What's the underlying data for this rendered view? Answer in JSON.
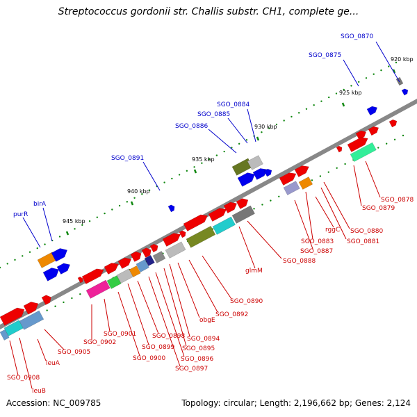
{
  "title": "Streptococcus gordonii str. Challis substr. CH1, complete ge...",
  "footer": {
    "accession": "Accession: NC_009785",
    "topology": "Topology: circular; Length: 2,196,662 bp; Genes: 2,124"
  },
  "colors": {
    "backbone": "#888888",
    "tick": "#118811",
    "reverse_label": "#0000cc",
    "forward_label": "#cc0000"
  },
  "ticks": [
    "920 kbp",
    "925 kbp",
    "930 kbp",
    "935 kbp",
    "940 kbp",
    "945 kbp"
  ],
  "blue_labels": [
    "SGO_0870",
    "SGO_0875",
    "SGO_0884",
    "SGO_0885",
    "SGO_0886",
    "SGO_0891",
    "birA",
    "purR"
  ],
  "red_labels": [
    "SGO_0878",
    "SGO_0879",
    "SGO_0880",
    "SGO_0881",
    "rggC",
    "SGO_0883",
    "SGO_0887",
    "SGO_0888",
    "glmM",
    "SGO_0890",
    "SGO_0892",
    "obgE",
    "SGO_0894",
    "SGO_0895",
    "SGO_0896",
    "SGO_0897",
    "SGO_0898",
    "SGO_0899",
    "SGO_0900",
    "SGO_0901",
    "SGO_0902",
    "SGO_0905",
    "leuA",
    "SGO_0908",
    "leuB"
  ]
}
